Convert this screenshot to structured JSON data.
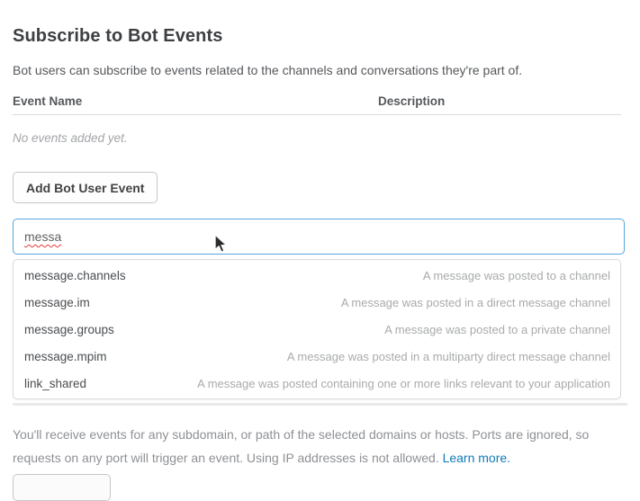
{
  "page": {
    "title": "Subscribe to Bot Events",
    "subtitle": "Bot users can subscribe to events related to the channels and conversations they're part of."
  },
  "table": {
    "columns": [
      "Event Name",
      "Description"
    ],
    "empty_text": "No events added yet."
  },
  "actions": {
    "add_button_label": "Add Bot User Event"
  },
  "search": {
    "value": "messa"
  },
  "dropdown": {
    "items": [
      {
        "name": "message.channels",
        "description": "A message was posted to a channel"
      },
      {
        "name": "message.im",
        "description": "A message was posted in a direct message channel"
      },
      {
        "name": "message.groups",
        "description": "A message was posted to a private channel"
      },
      {
        "name": "message.mpim",
        "description": "A message was posted in a multiparty direct message channel"
      },
      {
        "name": "link_shared",
        "description": "A message was posted containing one or more links relevant to your application"
      }
    ]
  },
  "footer": {
    "line1": "You'll receive events for any subdomain, or path of the selected domains or hosts. Ports are ignored, so",
    "line2": "requests on any port will trigger an event. Using IP addresses is not allowed.",
    "link_label": "Learn more."
  },
  "colors": {
    "input_focus_border": "#55a6dd",
    "link_blue": "#0e7ab8",
    "title_text": "#3d4043",
    "muted_text": "#a3a5a8",
    "divider": "#e9e9e9",
    "spellcheck_red": "#e33c3c"
  }
}
